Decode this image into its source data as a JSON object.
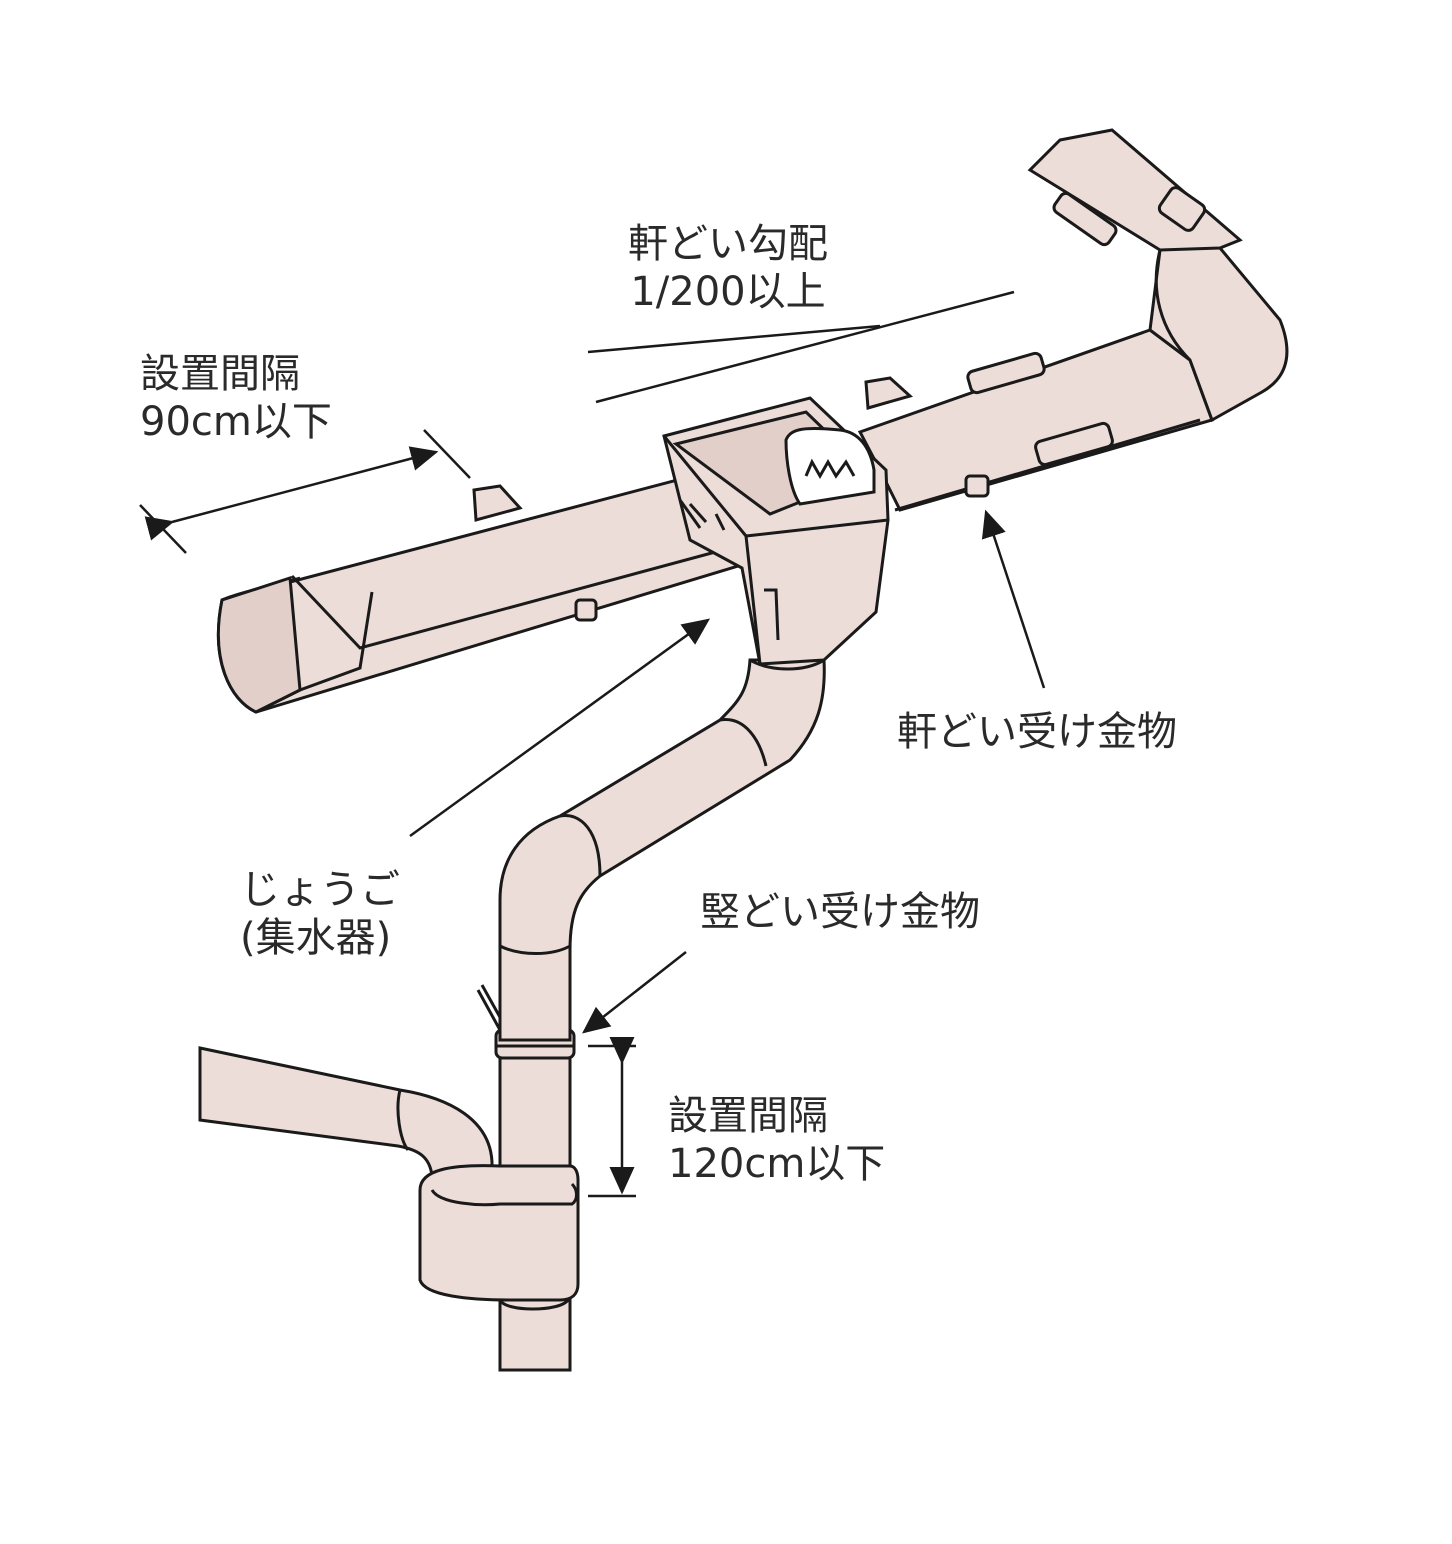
{
  "labels": {
    "gutter_slope": {
      "line1": "軒どい勾配",
      "line2": "1/200以上"
    },
    "gutter_bracket_spacing": {
      "line1": "設置間隔",
      "line2": "90cm以下"
    },
    "eaves_gutter_bracket": "軒どい受け金物",
    "collector_head": {
      "line1": "じょうご",
      "line2": "(集水器)"
    },
    "downpipe_bracket": "竪どい受け金物",
    "downpipe_bracket_spacing": {
      "line1": "設置間隔",
      "line2": "120cm以下"
    }
  },
  "colors": {
    "pipe_fill": "#ecddd8",
    "pipe_fill_dark": "#e2cfc9",
    "outline": "#1a1a1a",
    "background": "#ffffff"
  }
}
